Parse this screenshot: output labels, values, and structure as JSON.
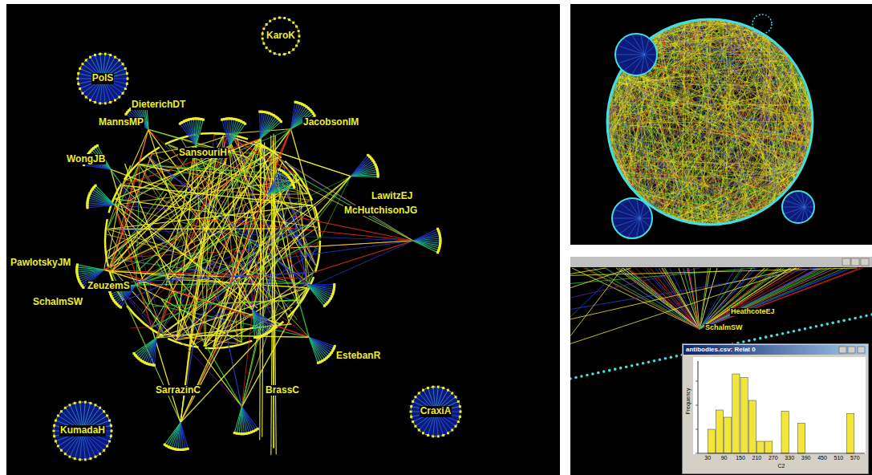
{
  "diagram": {
    "nodes": [
      {
        "text": [
          "KaroK"
        ]
      },
      {
        "text": [
          "PolS"
        ]
      },
      {
        "text": [
          "KumadaH"
        ]
      },
      {
        "text": [
          "CraxiA"
        ]
      },
      {
        "text": [
          "antibodies.csv: Relat 0"
        ]
      }
    ],
    "labels": [
      "DieterichDT",
      "MannsMP",
      "JacobsonIM",
      "WongJB",
      "SansouriH",
      "LawitzEJ",
      "McHutchisonJG",
      "PawlotskyJM",
      "ZeuzemS",
      "SchalmSW",
      "EstebanR",
      "SarrazinC",
      "BrassC",
      "HeathcoteEJ",
      "SchalmSW",
      "Frequency",
      "30",
      "90",
      "150",
      "210",
      "270",
      "330",
      "390",
      "450",
      "510",
      "570",
      "C2"
    ]
  }
}
